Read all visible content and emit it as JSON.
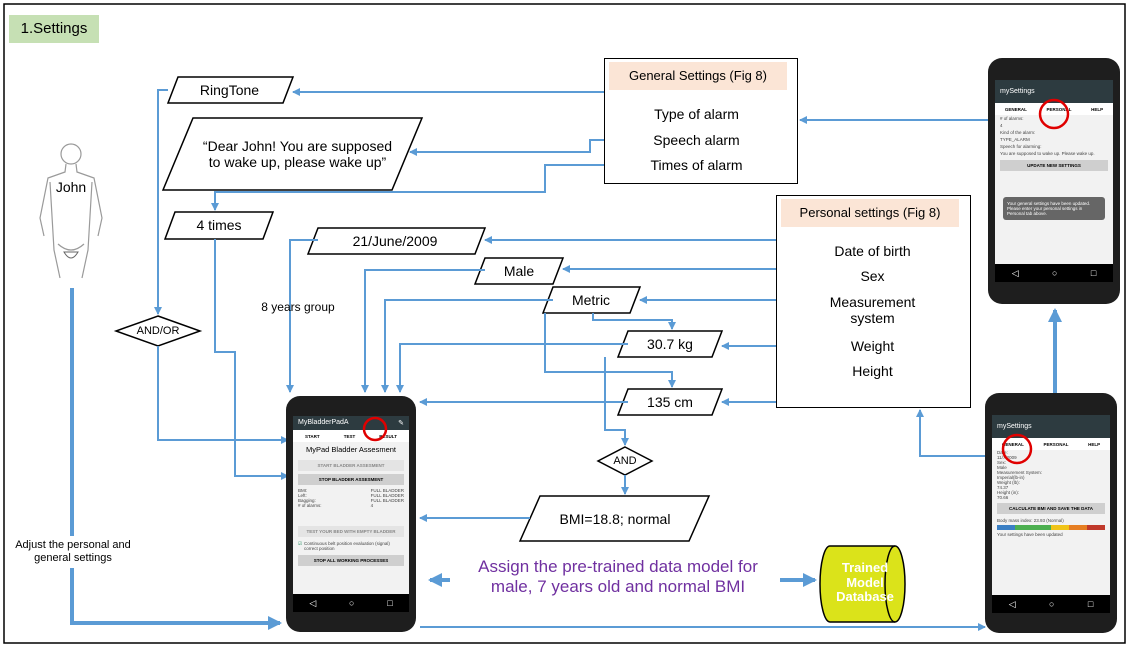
{
  "header": {
    "title": "1.Settings"
  },
  "person": {
    "name": "John"
  },
  "general_settings": {
    "title": "General Settings (Fig 8)",
    "items": [
      "Type of alarm",
      "Speech alarm",
      "Times of alarm"
    ]
  },
  "personal_settings": {
    "title": "Personal settings (Fig 8)",
    "items": [
      "Date of birth",
      "Sex",
      "Measurement system",
      "Weight",
      "Height"
    ]
  },
  "values": {
    "ringtone": "RingTone",
    "speech": "“Dear John! You are supposed to wake up, please wake up”",
    "times": "4 times",
    "dob": "21/June/2009",
    "sex": "Male",
    "measurement": "Metric",
    "weight": "30.7 kg",
    "height": "135 cm",
    "bmi": "BMI=18.8; normal"
  },
  "labels": {
    "age_group": "8 years group",
    "and_or": "AND/OR",
    "and": "AND",
    "adjust": "Adjust the personal and general settings",
    "assign": "Assign the pre-trained data model for male, 7 years old and normal BMI",
    "database": "Trained Model Database"
  },
  "phone_center": {
    "app_title": "MyBladderPadA",
    "tabs": [
      "START",
      "TEST",
      "RESULT"
    ],
    "heading": "MyPad Bladder Assesment",
    "start_button": "START BLADDER ASSESMENT",
    "stop_button": "STOP BLADDER ASSESMENT",
    "rows": [
      "BMI:",
      "Left:",
      "Bagging:",
      "# of alarms:"
    ],
    "row_values": [
      "FULL BLADDER",
      "FULL BLADDER",
      "FULL BLADDER",
      "4"
    ],
    "test_button": "TEST YOUR BED WITH EMPTY BLADDER",
    "checkbox": "Continuous belt position evaluation (signal) correct position",
    "stop_all": "STOP ALL WORKING PROCESSES"
  },
  "phone_top_right": {
    "app_title": "mySettings",
    "tabs": [
      "GENERAL",
      "PERSONAL",
      "HELP"
    ],
    "lines": [
      "# of alarms:",
      "4",
      "Kind of the alarm:",
      "TYPE_ALARM",
      "Speech for alarming:",
      "You are supposed to wake up. Please wake up."
    ],
    "button": "UPDATE NEW SETTINGS",
    "message": "Your general settings have been updated. Please enter your personal settings in Personal tab above."
  },
  "phone_bottom_right": {
    "app_title": "mySettings",
    "tabs": [
      "GENERAL",
      "PERSONAL",
      "HELP"
    ],
    "lines": [
      "Date:",
      "11/7/2009",
      "Sex:",
      "Male",
      "Measurement System:",
      "Imperial(lb-in)",
      "Weight (lb):",
      "74.37",
      "Height (in):",
      "70.66"
    ],
    "button": "CALCULATE BMI AND SAVE THE DATA",
    "bmi_line": "Body mass index: 23.93 (Normal)",
    "footer": "Your settings have been updated"
  },
  "colors": {
    "arrow": "#5b9bd5",
    "header_bg": "#c6e0b4",
    "box_title_bg": "#fbe5d6",
    "assign_text": "#7030a0",
    "database_bg": "#dbe31a",
    "database_text": "#ffffff",
    "highlight_circle": "#e00000"
  }
}
